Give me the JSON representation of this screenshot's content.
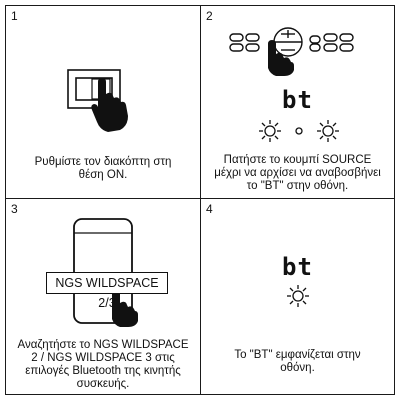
{
  "steps": [
    {
      "number": "1",
      "caption_line1": "Ρυθμίστε τον διακόπτη στη",
      "caption_line2": "θέση ON."
    },
    {
      "number": "2",
      "display_code": "bt",
      "caption_line1": "Πατήστε το κουμπί SOURCE",
      "caption_line2": "μέχρι να αρχίσει να αναβοσβήνει",
      "caption_line3": "το \"BT\" στην οθόνη."
    },
    {
      "number": "3",
      "device_name": "NGS WILDSPACE 2/3",
      "caption_line1": "Αναζητήστε το NGS WILDSPACE",
      "caption_line2": "2 / NGS WILDSPACE 3 στις",
      "caption_line3": "επιλογές Bluetooth της κινητής",
      "caption_line4": "συσκευής."
    },
    {
      "number": "4",
      "display_code": "bt",
      "caption_line1": "Το \"BT\" εμφανίζεται στην",
      "caption_line2": "οθόνη."
    }
  ]
}
